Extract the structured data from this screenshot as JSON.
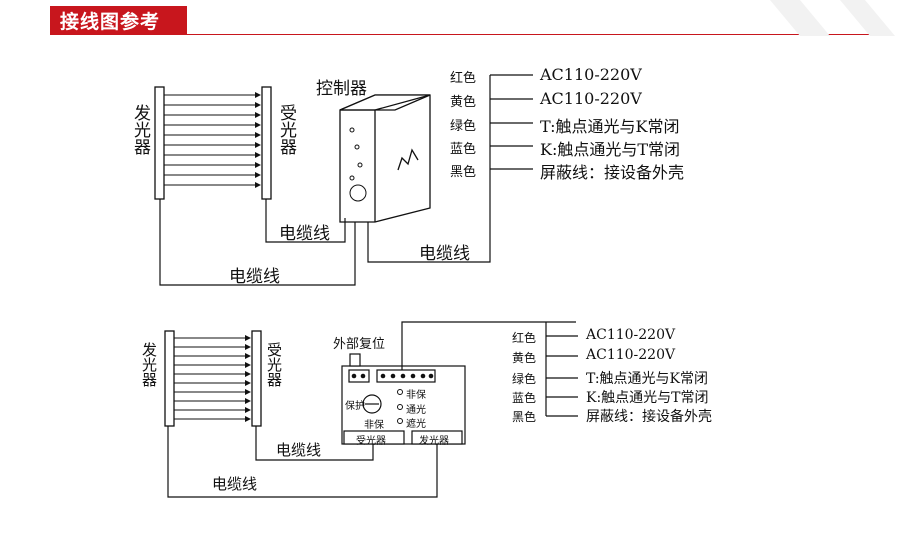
{
  "header": {
    "title": "接线图参考"
  },
  "diagram1": {
    "emitter": "发光器",
    "receiver": "受光器",
    "controller": "控制器",
    "cable_a": "电缆线",
    "cable_b": "电缆线",
    "cable_c": "电缆线",
    "wires": [
      {
        "color": "红色",
        "desc": "AC110-220V"
      },
      {
        "color": "黄色",
        "desc": "AC110-220V"
      },
      {
        "color": "绿色",
        "desc": "T:触点通光与K常闭"
      },
      {
        "color": "蓝色",
        "desc": "K:触点通光与T常闭"
      },
      {
        "color": "黑色",
        "desc": "屏蔽线：接设备外壳"
      }
    ]
  },
  "diagram2": {
    "emitter": "发光器",
    "receiver": "受光器",
    "reset": "外部复位",
    "protect": "保护",
    "nonprotect_left": "非保",
    "nonprotect_right": "非保",
    "pass_light": "通光",
    "block_light": "遮光",
    "port_receiver": "受光器",
    "port_emitter": "发光器",
    "cable_a": "电缆线",
    "cable_b": "电缆线",
    "wires": [
      {
        "color": "红色",
        "desc": "AC110-220V"
      },
      {
        "color": "黄色",
        "desc": "AC110-220V"
      },
      {
        "color": "绿色",
        "desc": "T:触点通光与K常闭"
      },
      {
        "color": "蓝色",
        "desc": "K:触点通光与T常闭"
      },
      {
        "color": "黑色",
        "desc": "屏蔽线：接设备外壳"
      }
    ]
  }
}
